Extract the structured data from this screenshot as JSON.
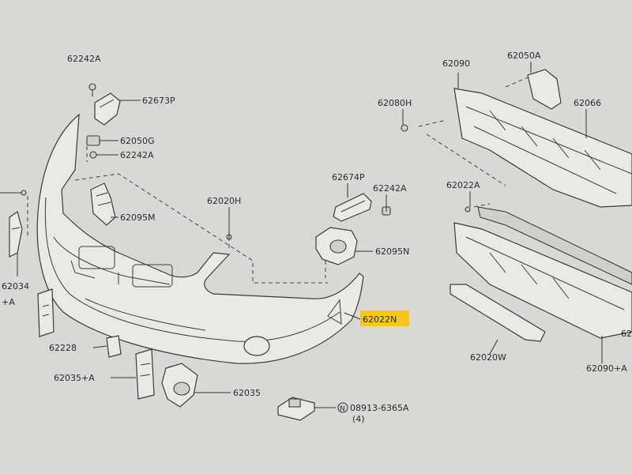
{
  "callouts": {
    "p62242A_top": "62242A",
    "p62673P": "62673P",
    "p62050G": "62050G",
    "p62242A_mid": "62242A",
    "p62095M": "62095M",
    "p62020H": "62020H",
    "p62674P": "62674P",
    "p62242A_right": "62242A",
    "p62095N": "62095N",
    "p62022N": "62022N",
    "p62034": "62034",
    "p_plusA_left": "+A",
    "p62228": "62228",
    "p62035A": "62035+A",
    "p62035": "62035",
    "p08913": "08913-6365A",
    "p08913_qty": "(4)",
    "p08913_prefix": "N",
    "p62090": "62090",
    "p62050A": "62050A",
    "p62080H": "62080H",
    "p62066": "62066",
    "p62022A": "62022A",
    "p62020W": "62020W",
    "p62090A": "62090+A",
    "p62_edge": "62"
  },
  "colors": {
    "highlight": "#f5c518",
    "background": "#d8d9d6",
    "ink": "#2b2b2b"
  }
}
